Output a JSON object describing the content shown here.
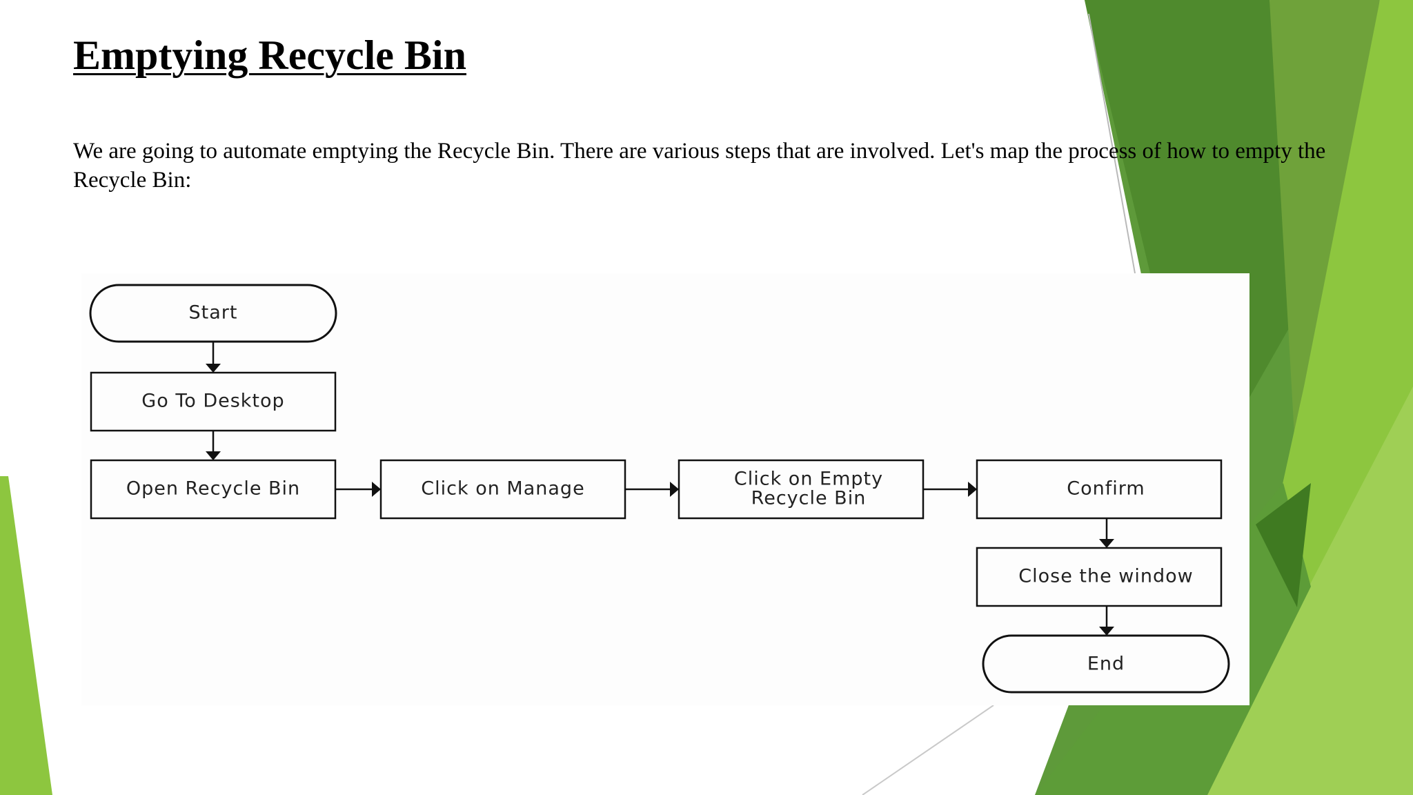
{
  "slide": {
    "title": "Emptying Recycle Bin",
    "body": "We are going to automate emptying the Recycle Bin. There are various steps that are involved. Let's map the process of how to empty the Recycle Bin:"
  },
  "colors": {
    "accent_light": "#8dc63f",
    "accent_mid": "#6aa336",
    "accent_dark": "#4e8a2b",
    "accent_darkest": "#3f7a21"
  },
  "flowchart": {
    "nodes": {
      "start": "Start",
      "go_to_desktop": "Go To Desktop",
      "open_recycle_bin": "Open Recycle Bin",
      "click_on_manage": "Click on Manage",
      "click_on_empty_line1": "Click on Empty",
      "click_on_empty_line2": "Recycle Bin",
      "confirm": "Confirm",
      "close_the_window": "Close the window",
      "end": "End"
    }
  }
}
